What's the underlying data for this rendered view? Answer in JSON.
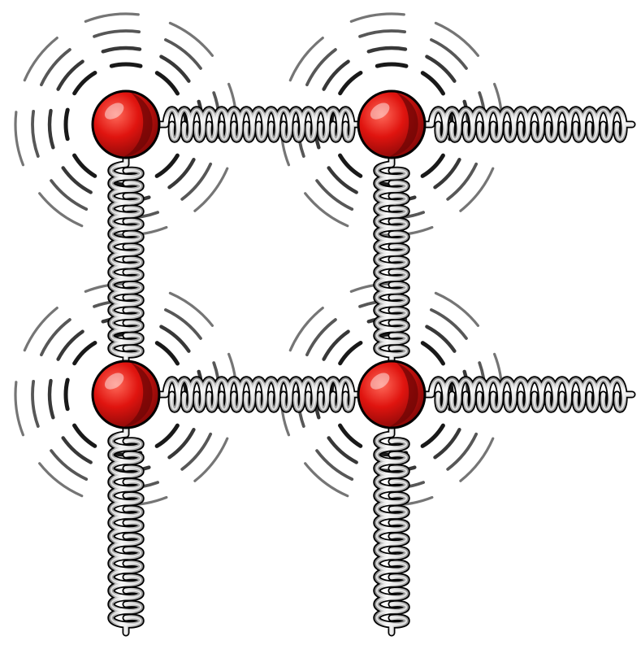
{
  "diagram": {
    "description_visible_text": "",
    "colors": {
      "background": "#ffffff",
      "atom_fill": "#e0140f",
      "atom_shadow": "#6e0606",
      "atom_highlight": "#ff6a5a",
      "atom_outline": "#000000",
      "spring_fill": "#f2f2f2",
      "spring_shade": "#9a9a9a",
      "spring_outline": "#000000",
      "wave_ring": "#000000"
    },
    "atoms": [
      {
        "row": 0,
        "col": 0
      },
      {
        "row": 0,
        "col": 1
      },
      {
        "row": 1,
        "col": 0
      },
      {
        "row": 1,
        "col": 1
      }
    ],
    "springs": [
      {
        "from": "atom-0-0",
        "to": "atom-0-1",
        "orientation": "horizontal"
      },
      {
        "from": "atom-0-1",
        "to": "edge-right",
        "orientation": "horizontal"
      },
      {
        "from": "atom-1-0",
        "to": "atom-1-1",
        "orientation": "horizontal"
      },
      {
        "from": "atom-1-1",
        "to": "edge-right",
        "orientation": "horizontal"
      },
      {
        "from": "atom-0-0",
        "to": "atom-1-0",
        "orientation": "vertical"
      },
      {
        "from": "atom-0-1",
        "to": "atom-1-1",
        "orientation": "vertical"
      },
      {
        "from": "atom-1-0",
        "to": "edge-bottom",
        "orientation": "vertical"
      },
      {
        "from": "atom-1-1",
        "to": "edge-bottom",
        "orientation": "vertical"
      }
    ],
    "vibration_rings_per_atom": 4
  }
}
